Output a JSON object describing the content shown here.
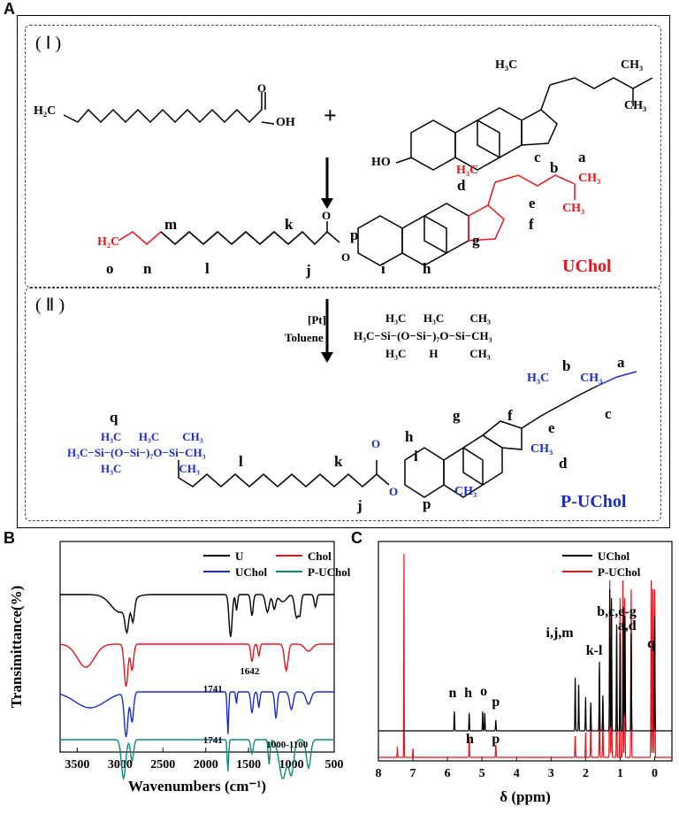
{
  "panels": {
    "A": "A",
    "B": "B",
    "C": "C"
  },
  "schemeA": {
    "step1": "( Ⅰ )",
    "step2": "( Ⅱ )",
    "acid_left": "H₂C",
    "acid_right": "OH",
    "plus": "+",
    "chol_top": "H₃C",
    "chol_ch3": "CH₃",
    "chol_oh": "HO",
    "uchol_vinyl": "H₂C",
    "uchol_name": "UChol",
    "cat": "[Pt]",
    "solvent": "Toluene",
    "pmhs_name": "P-UChol",
    "letters": {
      "a": "a",
      "b": "b",
      "c": "c",
      "d": "d",
      "e": "e",
      "f": "f",
      "g": "g",
      "h": "h",
      "i": "i",
      "j": "j",
      "k": "k",
      "l": "l",
      "m": "m",
      "n": "n",
      "o": "o",
      "p": "p",
      "q": "q"
    },
    "siloxane": {
      "h3c": "H₃C",
      "ch3": "CH₃",
      "si": "Si",
      "o": "O",
      "h": "H",
      "seven": "7"
    }
  },
  "chart_data": [
    {
      "type": "line",
      "panel": "B",
      "ylabel": "Transimittance(%)",
      "xlabel": "Wavenumbers (cm⁻¹)",
      "xlim": [
        3700,
        500
      ],
      "xticks": [
        3500,
        3000,
        2500,
        2000,
        1500,
        1000,
        500
      ],
      "series": [
        {
          "name": "U",
          "color": "#000000"
        },
        {
          "name": "Chol",
          "color": "#e8141c"
        },
        {
          "name": "UChol",
          "color": "#1a2ccc"
        },
        {
          "name": "P-UChol",
          "color": "#0f8a78"
        }
      ],
      "annotations": [
        "1642",
        "1741",
        "1741",
        "1000-1100"
      ]
    },
    {
      "type": "line",
      "panel": "C",
      "xlabel": "δ (ppm)",
      "xlim": [
        8,
        -0.5
      ],
      "xticks": [
        8,
        7,
        6,
        5,
        4,
        3,
        2,
        1,
        0
      ],
      "series": [
        {
          "name": "UChol",
          "color": "#000000"
        },
        {
          "name": "P-UChol",
          "color": "#e8141c"
        }
      ],
      "annotations": [
        "n",
        "h",
        "o",
        "p",
        "h",
        "p",
        "i,j,m",
        "k-l",
        "b,c,e-g",
        "a,d",
        "q"
      ]
    }
  ]
}
